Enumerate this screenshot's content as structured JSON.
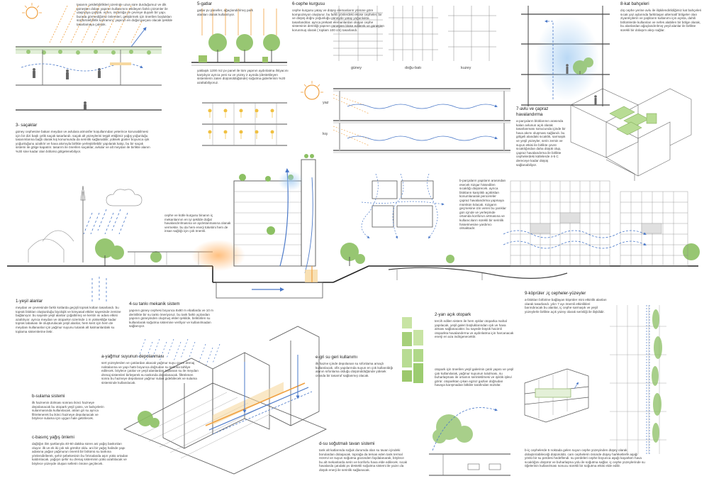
{
  "sections": {
    "s3": {
      "title": "3- saçaklar",
      "body": "güney cephesine bakan meydan ve avlulara atmosfer koşullarından yeterince korunabilmesi için bir dizi başlı çelik saçak tasarlandı. saçak alt yüzeylerini teşpit ettiğimiz yağış yoğunluğu tasarımlarına bağlı olarak kış konumunda da serinlik sağlanabilir, yüksek günler boyunca ışık yoğunluğunu azaltılır ve hava akımıyla birlikte yerleştirilebilir yapılarak kalıp, bu bir saçak sistemi ile gölge kapatılır. tasarım ile önerilen saçaklar, avlular ve alt meydan ile birlikte alanın %30 sine kadar olan bölümü gölgelenebiliyor."
    },
    "s5": {
      "title": "5-gatlar",
      "intro": "gatlar pv paneller, ağaçlandırılmış park alanları olarak kullanılıyor.",
      "body": "yaklaşık 1200 m2 pv panel ile tüm yapının aydınlatma ihtiyacını karşılıyor ayrıca yeni su ve yüzey 2 ayında (destekleyen sistemlerin zaten düşünüldüğünde) soğutma giderlerinin %20 azaltabiliyoruz."
    },
    "s6": {
      "title": "6-cephe kurgusu",
      "body": "cephe kurgusu yatay ve düşey elemanların yönüne göre kompozisyon oluşturur. bu farklı yönlerdeki ekose cepheler, bir ve düşüş doğru yoğunluğu güneyde yatay yoğunlukta tasarlandılar. ayrıca prekast elemanlardan oluşan cephe sisteminin derinliği yapının güneşten bloke edilerek ve güneşten korunmuş olarak ( toplam 100 cm) tasarlandı.",
      "dirs": [
        "güney",
        "doğu-batı",
        "kuzey"
      ],
      "season_summer": "yaz",
      "season_winter": "kış"
    },
    "s8": {
      "title": "8-kat bahçeleri",
      "body": "dış cephe yerine avlu ile ilişkilendirildiğimiz kat bahçeleri sıcak yaz aylarında farklılaşan alternatif bölgeler olan ziyaretçilerin ve yaşlıların kullanımı için açıkta, dahili bölümlerde kullanılan ve nefes alabilen bir bölge olarak, bu alanlardan ağaçlandırılmış yeşil alanlar ile birlikte sürekli bir dolaşım akışı sağlar."
    },
    "s7": {
      "title": "7-avlu ve çapraz havalandırma",
      "body": "a-parçaların bloklarının arasında kalan avlunun açık olarak tasarlanması sonucunda içinde bir hava akımı oluşması sağlandı. bu gölgeli alandaki sıcaklık, sarmaşık ve yeşil yüzeyler, serin zemin ve suyun etkisi ile birlikte çevre sıcaklığından daha düşük olup, çapraz havalandırma ile birlikte cephelerdeki kütlelerde 4-5 C dereceye kadar düşüş sağlanabiliyor."
    },
    "sB": {
      "body": "b-parçaların yapıların arasından esecek rüzgar hissedilen sıcaklığı düşürecek. ayrıca blokların karşılıklı açıklıkları konumlanarak pencereler çapraz havalandırma yapmaya mümkün kılacak. rüzgarın geçmesine izin veren bu yarıklar gün içinde ve yerleşimde ortamda konforun artmasına ve kullanıcıların sürekli bir serinlik hissetmesine yardımcı olmaktadır."
    },
    "sMid": {
      "body": "cephe ve kütle kurgusu binanın iç mekanlarının en iyi şekilde doğal havalandırılmasına ve aydınlanmasına olanak vermekte. bu da hem enerji tüketimi hem de insan sağlığı için çok önemli."
    },
    "s1": {
      "title": "1-yeşil alanlar",
      "body": "meydan ve çevresinde farklı kotlarda geçişli toprak kotları tasarlandı. bu toprak blokları oluşturduğu biyolojik ve kimyasal etkiler sayesinde zemine bağlanıyor. bu sayede yeşil alanlar çoğaltılmış ve kentin ısı adası etkisi azaltılıyor. ayrıca meydan ve otoparkın üzerinde 1 m yüksekliğe kadar toprak tabakası ile oluşturulacak yeşil alanlar, hem kent için hem de meydanı kullananlar için yağmur suyunu tutarak alt katmanlardaki su toplama sistemlerine iletir."
    },
    "s4": {
      "title": "4-su tankı mekanik sistem",
      "body": "yapının güney cephesi boyunca 8x80 m ebatlarda ve 10 m derinlikte bir su tankı öneriyoruz. bu tank farklı açılardan yapının güneyinden oluşmuş ekleri şekilde, biriktirilen su kullanılarak soğutma sistemine veriliyor ve kullanılmadan sağlanıyor."
    },
    "sA": {
      "title": "a-yağmur suyunun depolanması",
      "body": "sert yüzeylerden ve çatılardan akacak yağmur suyu çevre drenaj noktalarına ve yapı hattı boyunca doğrudan su tankına tahliye edilecek. böylece çatılar ve yeşil alanlardan toplanan su ile meydan drenaj sistemleri birleşerek su tankında depolanacak. filtrelenen sonra bu hazneye depolanan yağmur suları gidebilecek ve sulama sisteminde kullanılacak."
    },
    "sBsul": {
      "title": "b-sulama sistemi",
      "body": "ilk haznenin dolması sonrası ikinci hazneye depolanacak bu otopark yeşil çatısı, ve bahçelerin sulanmasında kullanılacak. atılan gri su ayrıca filtrelenerek bu ikinci hazneye depolanacak ve böylece sulama için uygun hale getirilecek."
    },
    "sC": {
      "title": "c-basınç yağış önlemi",
      "body": "dağlığın ilim şartlarıyla 40-60 dakika süren ani yağış baskınları oluyor. ilk ve ek iki çok sık görülür oldu. ani bir yağış halinde yapı adasına yağan yağmurun önemli bir bölümü su tankına yönlendirilerek, şehir şebekesinin bu fırtınalarda aşırı yükü ortadan kaldırılacak. yağışın şehir su drenaj sisteminin yükü azaltılacak ve böylece yüzeyde oluşan sellerin önüne geçilecek."
    },
    "sEgri": {
      "title": "e-gri su geri kullanımı",
      "body": "ilk hazne içinde depolanan su sıfonlama amaçlı kullanılacak. ofis yapılarında suyun en çok kullanıldığı alanın sıfonlama olduğu düşünüldüğünde yüksek oranda bir tasarruf sağlanmış olacak."
    },
    "sD": {
      "title": "d-su soğutmalı tavan sistemi",
      "body": "tank alt katlarında soğuk durumda olan su tavan içindeki borulardan dolaşacak. toprağa da temas eden tank termal rezervi ve suyun soğutma gücünden faydalanarak, böylece bu alt mekanlarda serin ve konforlu hava elde edilecek. sıcak havalarda çatıdaki pv destekli soğutma sistemi ile yazın da düşük enerji ile serinlik sağlanacak."
    },
    "s2": {
      "title": "2-yarı açık otopark",
      "body": "tercih edilen sistem ile hem ışıklar otoparka mahal yapılacak, yeşil galeri boşluklarından ışık ve hava alması sağlanacaktır. bu sayede büyük hacimli otoparkta havalandırma ve aydınlatma için harcanacak enerji en aza indirgenecektir.",
      "body2": "otopark için önerilen yeşil galerinin çatılı yapısı ve yeşil çatı kullanılarak, yağmur suyunun tutulması, su buharlaşması ile ortamın serinletilmesi ve ışıklık işlevi görür. otoparktan çıkan egzoz gazları doğrudan havaya karışmadan bitkiler tarafından süzülür."
    },
    "s9": {
      "title": "9-köprüler ,iç cepheler-yüzeyler",
      "body": "a-blokları birbirine bağlayan köprüler mini etkinlik alanları olarak tasarlandı. yılın 7 ayı önemli etkinlikleri barındıracak bu alanlar, iç cephe sarmaşık ve yeşil yüzeylerle birlikte açık yüzey olarak serinliği ile ilişkilidir.",
      "body2": "b-iç cephelerde 5 noktada gelen suyun cephe yüzeyinden düşey olarak dolaştırılabileceği düşünüldü. cam cephelerin önünde düşey hareketlerle aşağı yönlü bir su perdesi hedeflendi. su perdeleri cephe boyunca aşağı kayarken hava sıcaklığını düşürür ve buharlaşma yolu ile soğutma sağlar. iç cephe yüzeylerinde su öğelerinin kullanılması sonucu sürekli bir soğutma etkisi elde edilir."
    },
    "sTopLeft": {
      "body": "tasarım çekilebilirlikleri üzerinde uzun süre durduğumuz ve dik güneşten dolayı yapının kullanımını etkileyen farklı çözümler ile ulaşmaya çalıştık. ısının, insanlığa ve çevreye duyarlı bir yapı. burada görmediğimiz önlemleri, geliştirmek için önerilen boşlukları sürdürülebilirlik kavramını, yapının en doğal parçası olacak şekilde tasarlamaya çalıştık."
    }
  }
}
